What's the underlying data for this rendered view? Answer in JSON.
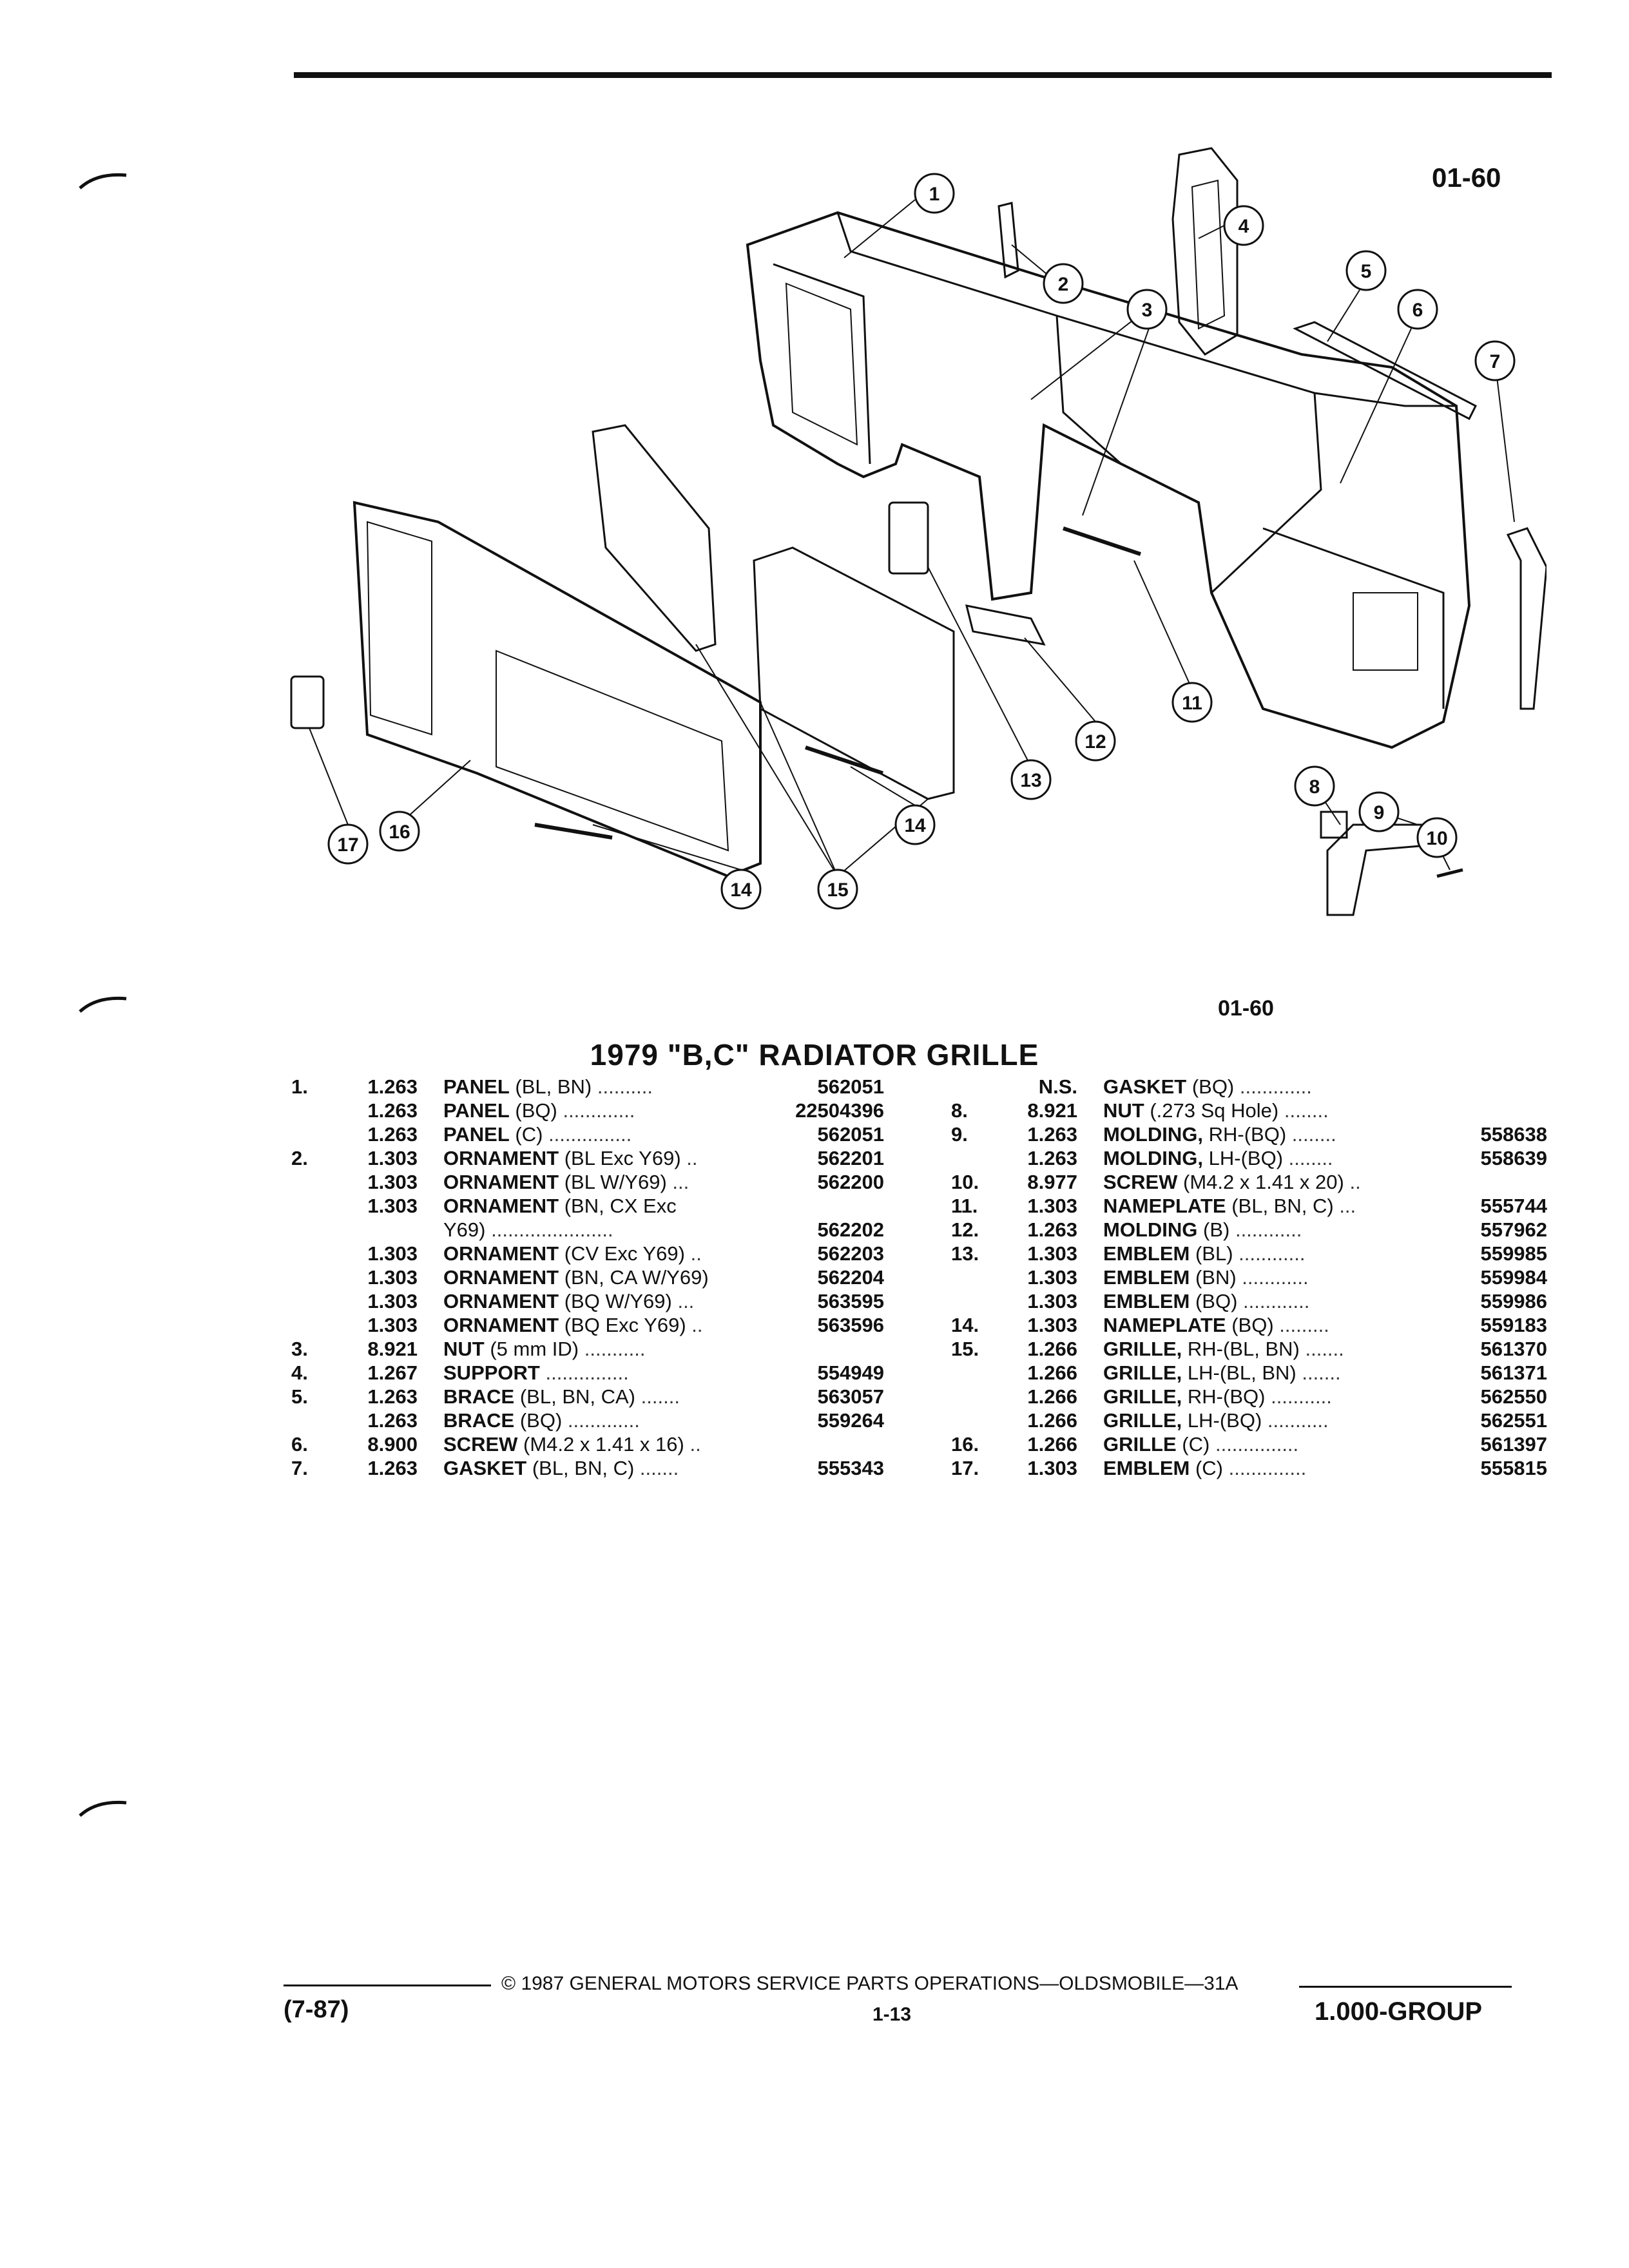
{
  "header": {
    "page_code": "01-60"
  },
  "diagram": {
    "figure_code": "01-60",
    "callouts": [
      "1",
      "2",
      "3",
      "4",
      "5",
      "6",
      "7",
      "8",
      "9",
      "10",
      "11",
      "12",
      "13",
      "14",
      "14",
      "15",
      "16",
      "17"
    ]
  },
  "title": "1979 \"B,C\" RADIATOR GRILLE",
  "left_column": [
    {
      "num": "1.",
      "code": "1.263",
      "name": "PANEL",
      "spec": "(BL, BN)",
      "dots": "..........",
      "pn": "562051"
    },
    {
      "num": "",
      "code": "1.263",
      "name": "PANEL",
      "spec": "(BQ)",
      "dots": ".............",
      "pn": "22504396"
    },
    {
      "num": "",
      "code": "1.263",
      "name": "PANEL",
      "spec": "(C)",
      "dots": "...............",
      "pn": "562051"
    },
    {
      "num": "2.",
      "code": "1.303",
      "name": "ORNAMENT",
      "spec": "(BL Exc Y69)",
      "dots": "..",
      "pn": "562201"
    },
    {
      "num": "",
      "code": "1.303",
      "name": "ORNAMENT",
      "spec": "(BL W/Y69)",
      "dots": "...",
      "pn": "562200"
    },
    {
      "num": "",
      "code": "1.303",
      "name": "ORNAMENT",
      "spec": "(BN, CX Exc",
      "dots": "",
      "pn": ""
    },
    {
      "num": "",
      "code": "",
      "name": "",
      "spec": "Y69)",
      "dots": "......................",
      "pn": "562202"
    },
    {
      "num": "",
      "code": "1.303",
      "name": "ORNAMENT",
      "spec": "(CV Exc Y69)",
      "dots": "..",
      "pn": "562203"
    },
    {
      "num": "",
      "code": "1.303",
      "name": "ORNAMENT",
      "spec": "(BN, CA W/Y69)",
      "dots": "",
      "pn": "562204"
    },
    {
      "num": "",
      "code": "1.303",
      "name": "ORNAMENT",
      "spec": "(BQ W/Y69)",
      "dots": "...",
      "pn": "563595"
    },
    {
      "num": "",
      "code": "1.303",
      "name": "ORNAMENT",
      "spec": "(BQ Exc Y69)",
      "dots": "..",
      "pn": "563596"
    },
    {
      "num": "3.",
      "code": "8.921",
      "name": "NUT",
      "spec": "(5 mm ID)",
      "dots": "...........",
      "pn": ""
    },
    {
      "num": "4.",
      "code": "1.267",
      "name": "SUPPORT",
      "spec": "",
      "dots": "...............",
      "pn": "554949"
    },
    {
      "num": "5.",
      "code": "1.263",
      "name": "BRACE",
      "spec": "(BL, BN, CA)",
      "dots": ".......",
      "pn": "563057"
    },
    {
      "num": "",
      "code": "1.263",
      "name": "BRACE",
      "spec": "(BQ)",
      "dots": ".............",
      "pn": "559264"
    },
    {
      "num": "6.",
      "code": "8.900",
      "name": "SCREW",
      "spec": "(M4.2 x 1.41 x 16)",
      "dots": "..",
      "pn": ""
    },
    {
      "num": "7.",
      "code": "1.263",
      "name": "GASKET",
      "spec": "(BL, BN, C)",
      "dots": ".......",
      "pn": "555343"
    }
  ],
  "right_column": [
    {
      "num": "",
      "code": "N.S.",
      "name": "GASKET",
      "spec": "(BQ)",
      "dots": ".............",
      "pn": ""
    },
    {
      "num": "8.",
      "code": "8.921",
      "name": "NUT",
      "spec": "(.273 Sq Hole)",
      "dots": "........",
      "pn": ""
    },
    {
      "num": "9.",
      "code": "1.263",
      "name": "MOLDING,",
      "spec": "RH-(BQ)",
      "dots": "........",
      "pn": "558638"
    },
    {
      "num": "",
      "code": "1.263",
      "name": "MOLDING,",
      "spec": "LH-(BQ)",
      "dots": "........",
      "pn": "558639"
    },
    {
      "num": "10.",
      "code": "8.977",
      "name": "SCREW",
      "spec": "(M4.2 x 1.41 x 20)",
      "dots": "..",
      "pn": ""
    },
    {
      "num": "11.",
      "code": "1.303",
      "name": "NAMEPLATE",
      "spec": "(BL, BN, C)",
      "dots": "...",
      "pn": "555744"
    },
    {
      "num": "12.",
      "code": "1.263",
      "name": "MOLDING",
      "spec": "(B)",
      "dots": "............",
      "pn": "557962"
    },
    {
      "num": "13.",
      "code": "1.303",
      "name": "EMBLEM",
      "spec": "(BL)",
      "dots": "............",
      "pn": "559985"
    },
    {
      "num": "",
      "code": "1.303",
      "name": "EMBLEM",
      "spec": "(BN)",
      "dots": "............",
      "pn": "559984"
    },
    {
      "num": "",
      "code": "1.303",
      "name": "EMBLEM",
      "spec": "(BQ)",
      "dots": "............",
      "pn": "559986"
    },
    {
      "num": "14.",
      "code": "1.303",
      "name": "NAMEPLATE",
      "spec": "(BQ)",
      "dots": ".........",
      "pn": "559183"
    },
    {
      "num": "15.",
      "code": "1.266",
      "name": "GRILLE,",
      "spec": "RH-(BL, BN)",
      "dots": ".......",
      "pn": "561370"
    },
    {
      "num": "",
      "code": "1.266",
      "name": "GRILLE,",
      "spec": "LH-(BL, BN)",
      "dots": ".......",
      "pn": "561371"
    },
    {
      "num": "",
      "code": "1.266",
      "name": "GRILLE,",
      "spec": "RH-(BQ)",
      "dots": "...........",
      "pn": "562550"
    },
    {
      "num": "",
      "code": "1.266",
      "name": "GRILLE,",
      "spec": "LH-(BQ)",
      "dots": "...........",
      "pn": "562551"
    },
    {
      "num": "16.",
      "code": "1.266",
      "name": "GRILLE",
      "spec": "(C)",
      "dots": "...............",
      "pn": "561397"
    },
    {
      "num": "17.",
      "code": "1.303",
      "name": "EMBLEM",
      "spec": "(C)",
      "dots": "..............",
      "pn": "555815"
    }
  ],
  "footer": {
    "copyright": "© 1987 GENERAL MOTORS SERVICE PARTS OPERATIONS—OLDSMOBILE—31A",
    "date_code": "(7-87)",
    "page_number": "1-13",
    "group": "1.000-GROUP"
  }
}
